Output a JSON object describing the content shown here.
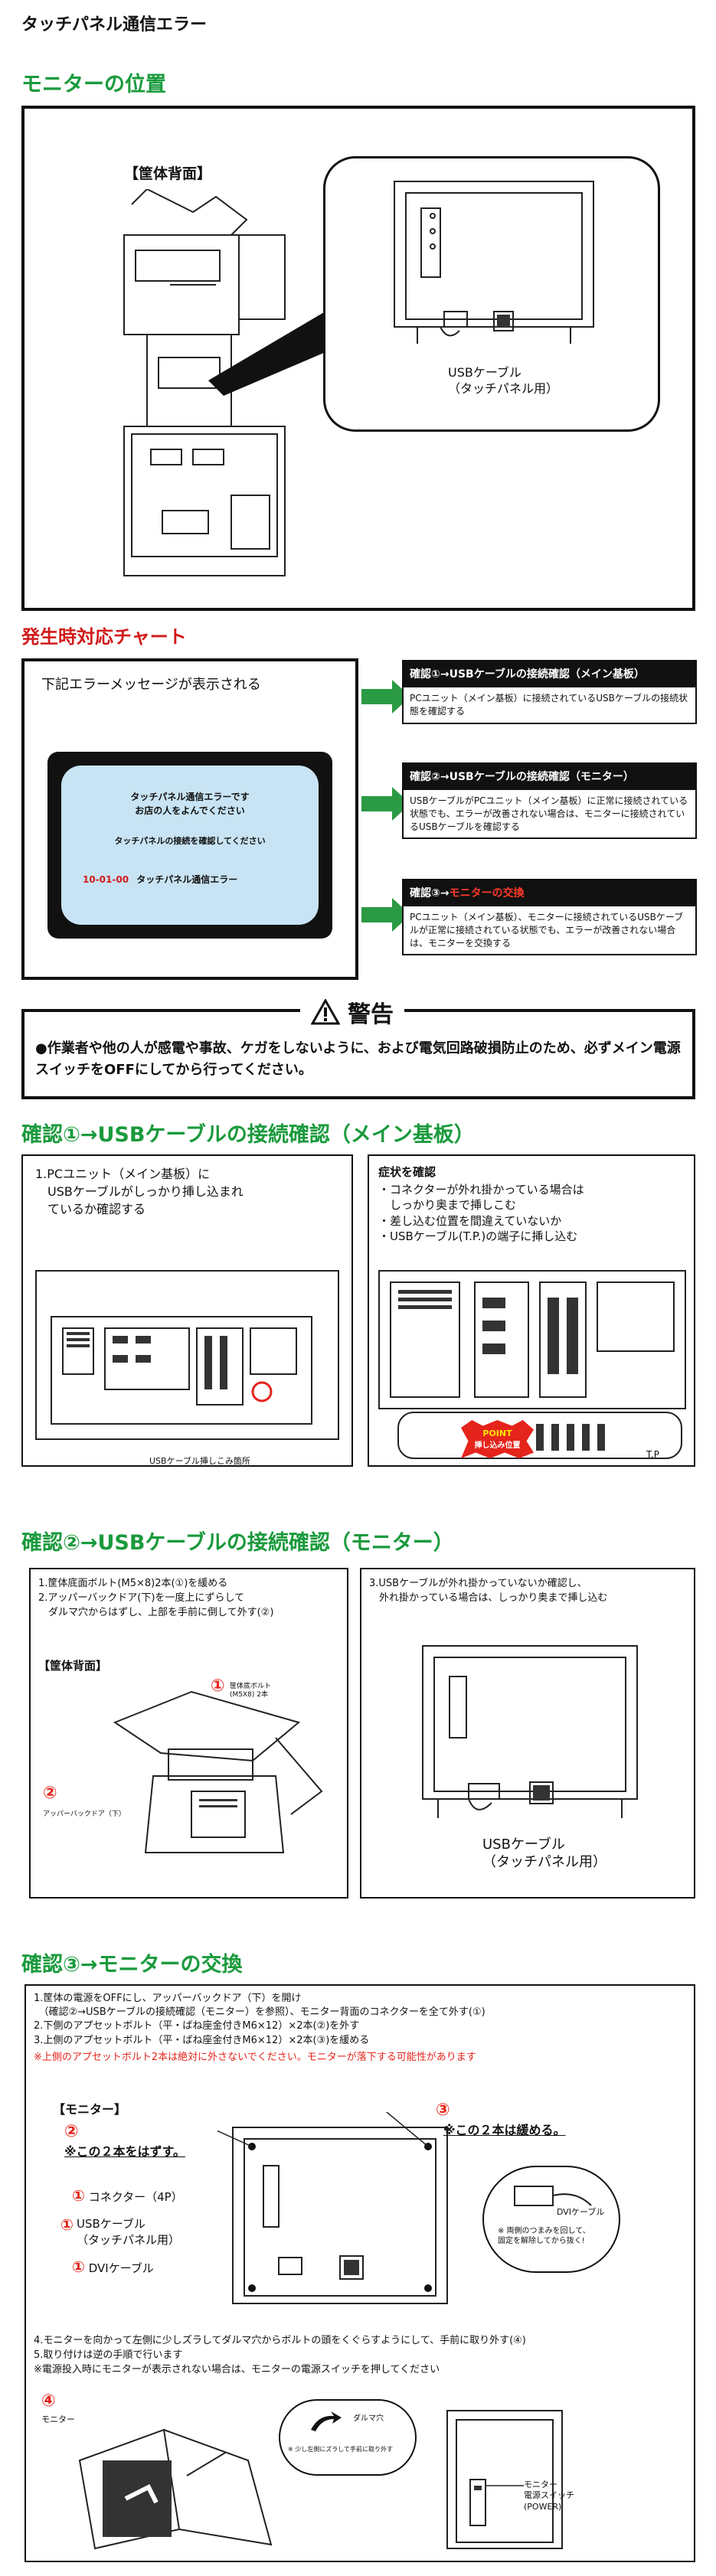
{
  "page_title": "タッチパネル通信エラー",
  "sections": {
    "monitor_position": "モニターの位置",
    "chart": "発生時対応チャート",
    "check1": "確認①→USBケーブルの接続確認（メイン基板）",
    "check2": "確認②→USBケーブルの接続確認（モニター）",
    "check3": "確認③→モニターの交換"
  },
  "position": {
    "cabinet_back": "【筐体背面】",
    "usb_label_1": "USBケーブル",
    "usb_label_2": "（タッチパネル用）"
  },
  "chart": {
    "message_intro": "下記エラーメッセージが表示される",
    "screen_line1": "タッチパネル通信エラーです",
    "screen_line2": "お店の人をよんでください",
    "screen_line3": "タッチパネルの接続を確認してください",
    "error_code": "10-01-00",
    "error_name": "タッチパネル通信エラー",
    "steps": [
      {
        "title": "確認①→USBケーブルの接続確認（メイン基板）",
        "body": "PCユニット（メイン基板）に接続されているUSBケーブルの接続状態を確認する"
      },
      {
        "title": "確認②→USBケーブルの接続確認（モニター）",
        "body": "USBケーブルがPCユニット（メイン基板）に正常に接続されている状態でも、エラーが改善されない場合は、モニターに接続されているUSBケーブルを確認する"
      },
      {
        "title_prefix": "確認③→",
        "title_red": "モニターの交換",
        "body": "PCユニット（メイン基板）、モニターに接続されているUSBケーブルが正常に接続されている状態でも、エラーが改善されない場合は、モニターを交換する"
      }
    ]
  },
  "warning": {
    "icon": "warning-triangle-icon",
    "title": "警告",
    "text": "●作業者や他の人が感電や事故、ケガをしないように、および電気回路破損防止のため、必ずメイン電源スイッチをOFFにしてから行ってください。"
  },
  "check1": {
    "step_text": "1.PCユニット（メイン基板）に\n　USBケーブルがしっかり挿し込まれ\n　ているか確認する",
    "insert_label": "USBケーブル挿しこみ箇所",
    "symptom_title": "症状を確認",
    "symptom_text": "・コネクターが外れ掛かっている場合は\n　しっかり奥まで挿しこむ\n・差し込む位置を間違えていないか\n・USBケーブル(T.P.)の端子に挿し込む",
    "point_line1": "POINT",
    "point_line2": "挿し込み位置",
    "tp_label": "T.P"
  },
  "check2": {
    "left_text": "1.筐体底面ボルト(M5×8)2本(①)を緩める\n2.アッパーバックドア(下)を一度上にずらして\n　ダルマ穴からはずし、上部を手前に倒して外す(②)",
    "cabinet_back": "【筐体背面】",
    "label1_num": "①",
    "label1_text": "筐体底ボルト\n(M5X8) 2本",
    "label2_num": "②",
    "label2_text": "アッパーバックドア（下）",
    "right_text": "3.USBケーブルが外れ掛かっていないか確認し、\n　外れ掛かっている場合は、しっかり奥まで挿し込む",
    "usb_label_1": "USBケーブル",
    "usb_label_2": "（タッチパネル用）"
  },
  "check3": {
    "intro_text": "1.筐体の電源をOFFにし、アッパーバックドア（下）を開け\n　（確認②→USBケーブルの接続確認（モニター）を参照）、モニター背面のコネクターを全て外す(①)\n2.下側のアプセットボルト（平・ばね座金付きM6×12）×2本(②)を外す\n3.上側のアプセットボルト（平・ばね座金付きM6×12）×2本(③)を緩める",
    "caution": "※上側のアプセットボルト2本は絶対に外さないでください。モニターが落下する可能性があります",
    "monitor_label": "【モニター】",
    "note3_num": "③",
    "note3_text": "※この２本は緩める。",
    "note2_num": "②",
    "note2_text": "※この２本をはずす。",
    "conn_num": "①",
    "conn_text": "コネクター（4P）",
    "usb_num": "①",
    "usb_text_1": "USBケーブル",
    "usb_text_2": "（タッチパネル用）",
    "dvi_num": "①",
    "dvi_text": "DVIケーブル",
    "dvi_callout": "DVIケーブル",
    "dvi_note": "※ 両側のつまみを回して、\n固定を解除してから抜く!",
    "steps_text": "4.モニターを向かって左側に少しズラしてダルマ穴からボルトの頭をくぐらすようにして、手前に取り外す(④)\n5.取り付けは逆の手順で行います\n※電源投入時にモニターが表示されない場合は、モニターの電源スイッチを押してください",
    "step4_num": "④",
    "monitor_word": "モニター",
    "daruma": "ダルマ穴",
    "shift_note": "※ 少し左側にズラして手前に取り外す",
    "power_label_1": "モニター",
    "power_label_2": "電源スイッチ",
    "power_label_3": "(POWER)"
  }
}
